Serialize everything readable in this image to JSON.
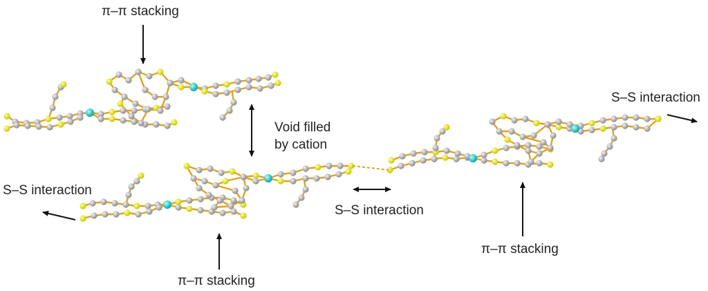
{
  "labels": {
    "pi_top": "π–π stacking",
    "void_line1": "Void filled",
    "void_line2": "by cation",
    "ss_right": "S–S interaction",
    "ss_left": "S–S interaction",
    "ss_middle": "S–S interaction",
    "pi_bottom_left": "π–π stacking",
    "pi_bottom_right": "π–π stacking"
  },
  "colors": {
    "bond": "#e0a020",
    "carbon": "#a8a8a8",
    "sulfur": "#ecec10",
    "metal": "#19c6c6",
    "arrow": "#111111",
    "text": "#222222"
  },
  "atom_types": [
    "carbon",
    "sulfur",
    "metal"
  ]
}
